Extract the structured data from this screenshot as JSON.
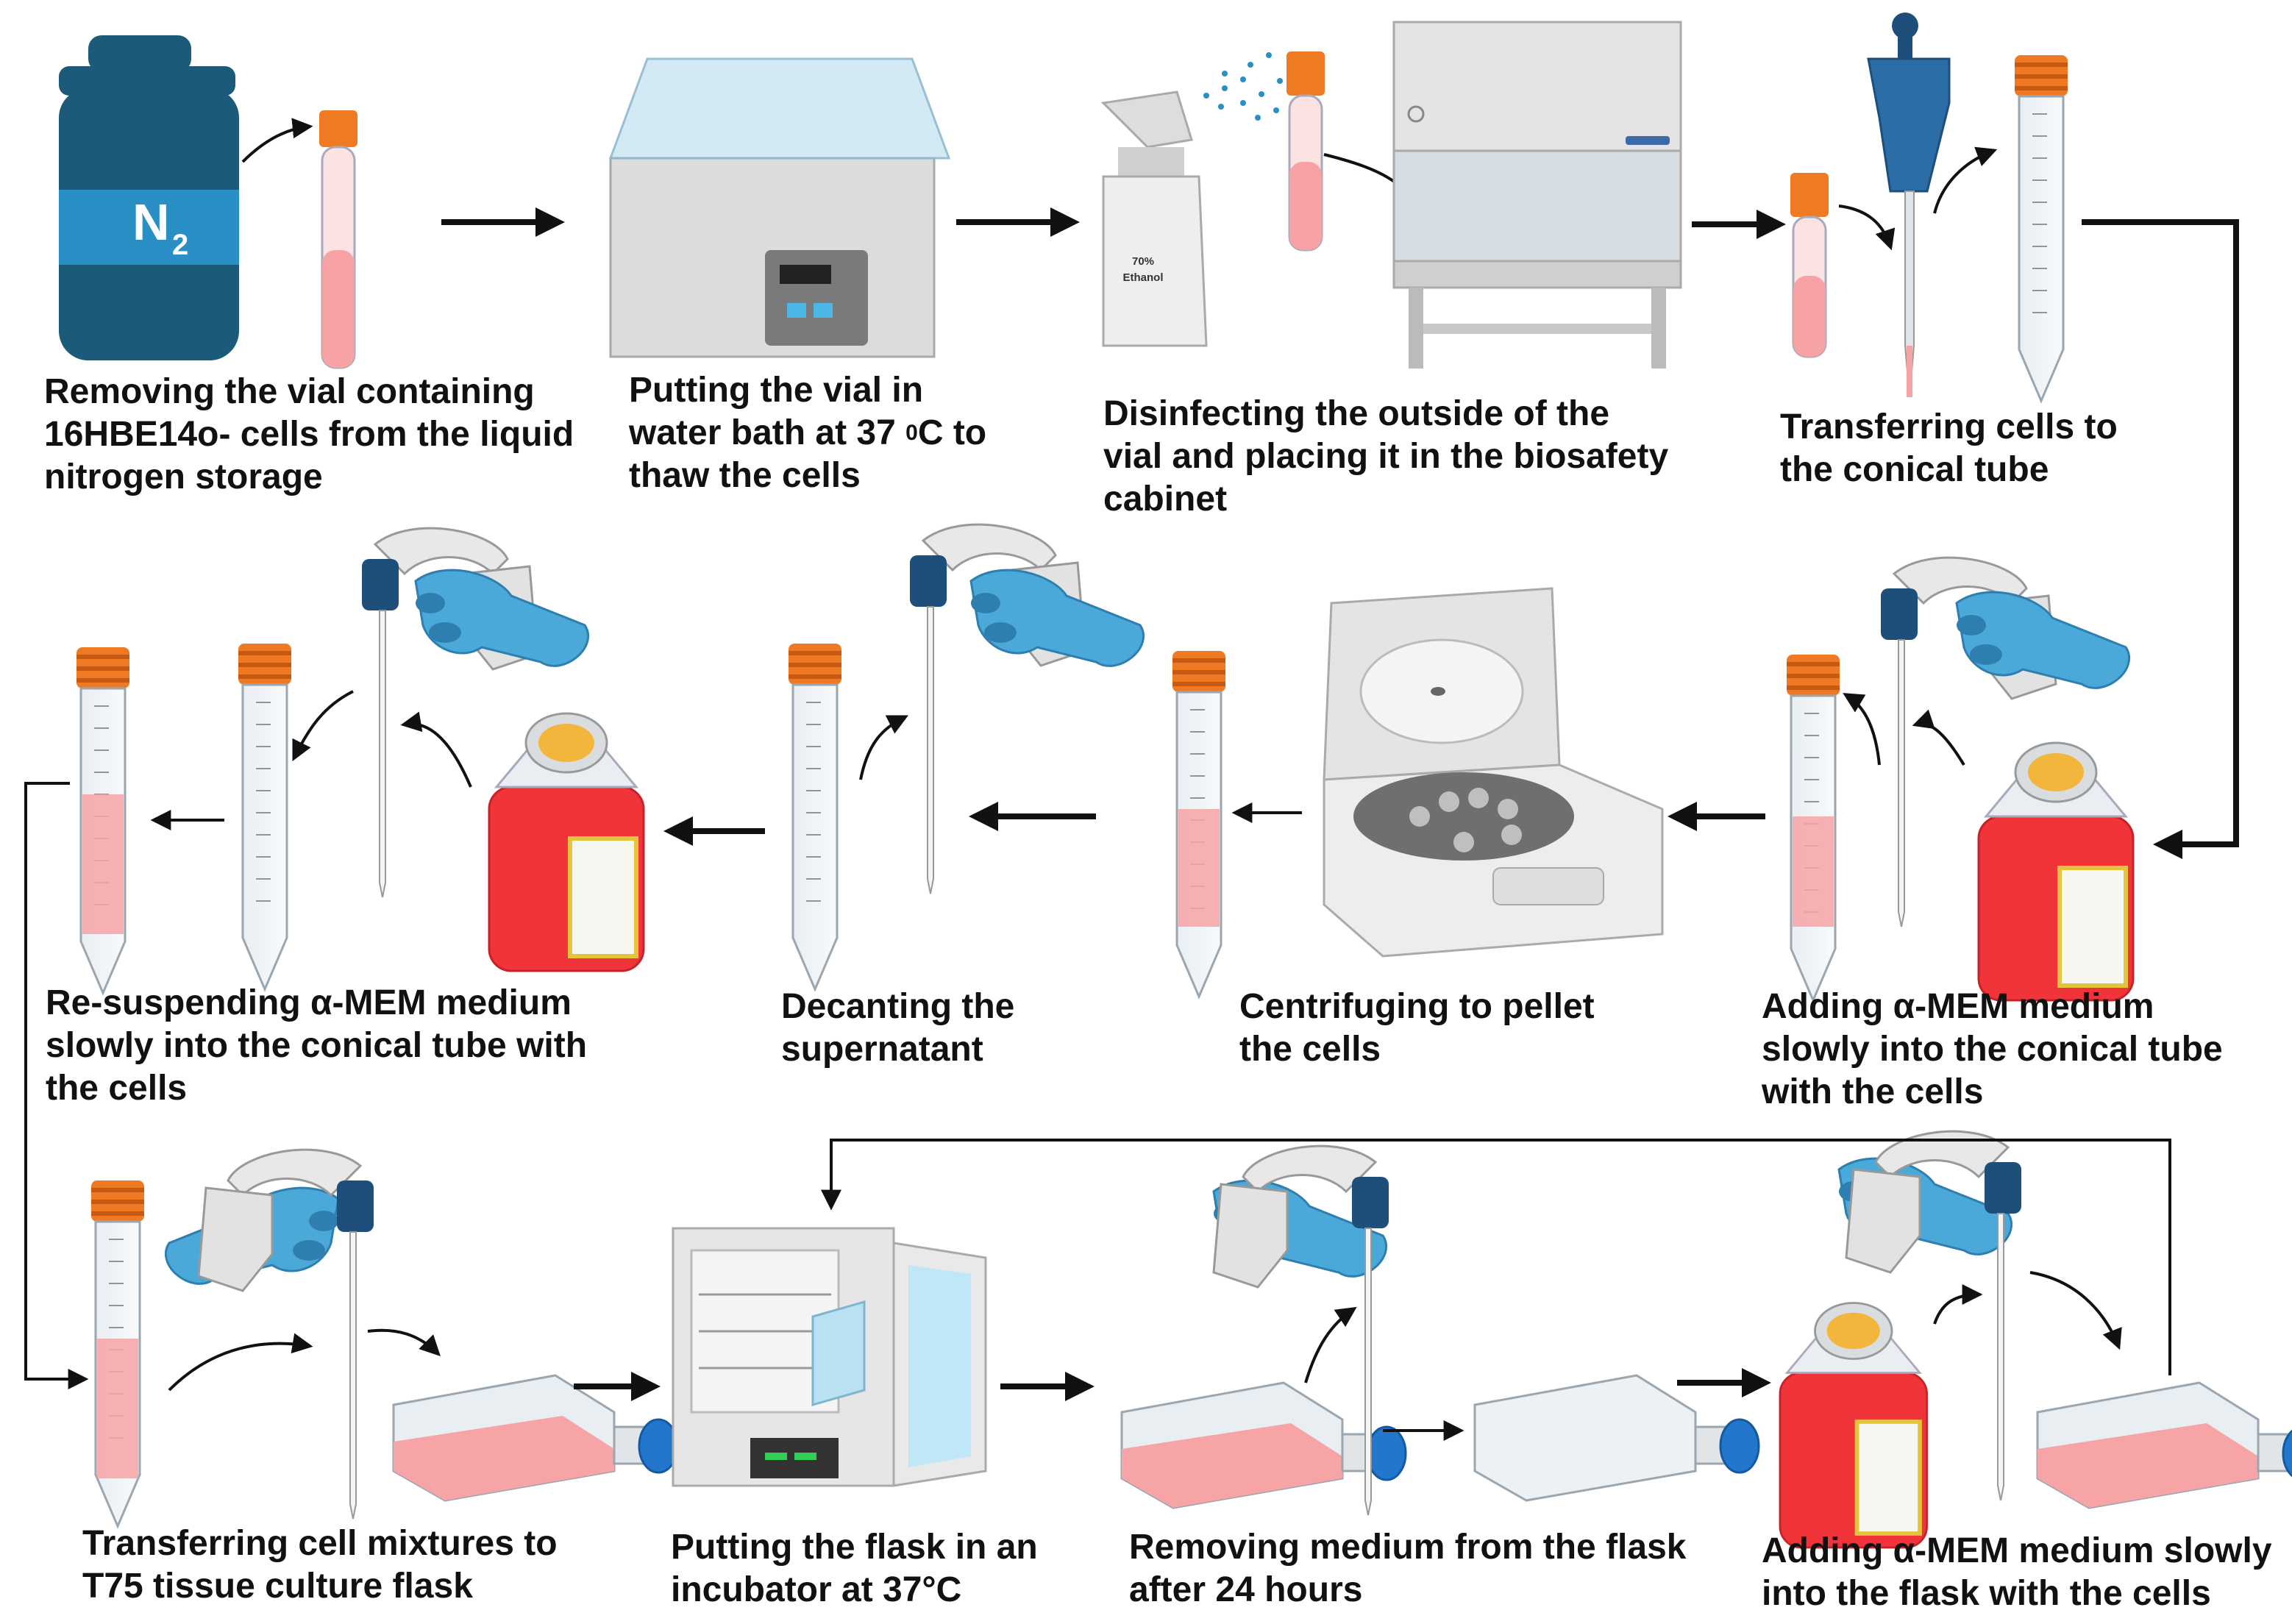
{
  "steps": [
    {
      "lines": [
        "Removing the vial containing",
        "16HBE14o- cells from the liquid",
        "nitrogen storage"
      ]
    },
    {
      "lines": [
        "Putting the vial in",
        "water bath at 37 ",
        "thaw the cells"
      ],
      "degree_sup": "0",
      "line2_tail": "C to"
    },
    {
      "lines": [
        "Disinfecting the outside of the",
        "vial and placing it in the biosafety",
        "cabinet"
      ]
    },
    {
      "lines": [
        "Transferring cells to",
        "the conical tube"
      ]
    },
    {
      "lines": [
        "Adding α-MEM medium",
        "slowly into the conical tube",
        "with the cells"
      ]
    },
    {
      "lines": [
        "Centrifuging to pellet",
        "the cells"
      ]
    },
    {
      "lines": [
        "Decanting the",
        "supernatant"
      ]
    },
    {
      "lines": [
        "Re-suspending  α-MEM medium",
        "slowly into the conical tube with",
        "the cells"
      ]
    },
    {
      "lines": [
        "Transferring cell mixtures to",
        "T75 tissue culture flask"
      ]
    },
    {
      "lines": [
        "Putting the flask in an",
        "incubator  at 37°C"
      ]
    },
    {
      "lines": [
        "Removing medium from the flask",
        "after 24 hours"
      ]
    },
    {
      "lines": [
        "Adding α-MEM medium slowly",
        "into the flask  with the cells"
      ]
    }
  ],
  "labels": {
    "dewar_symbol": "N",
    "dewar_subscript": "2",
    "spray_bottle_line1": "70%",
    "spray_bottle_line2": "Ethanol"
  },
  "colors": {
    "dewar": "#1b5a78",
    "dewar_band": "#2a8fc4",
    "medium_red": "#f0343a",
    "cell_pink": "#f7a3a6",
    "cap_orange": "#f07a24",
    "glove_blue": "#4aa9d8",
    "flask_cap_blue": "#2277cc",
    "arrow": "#111111"
  }
}
